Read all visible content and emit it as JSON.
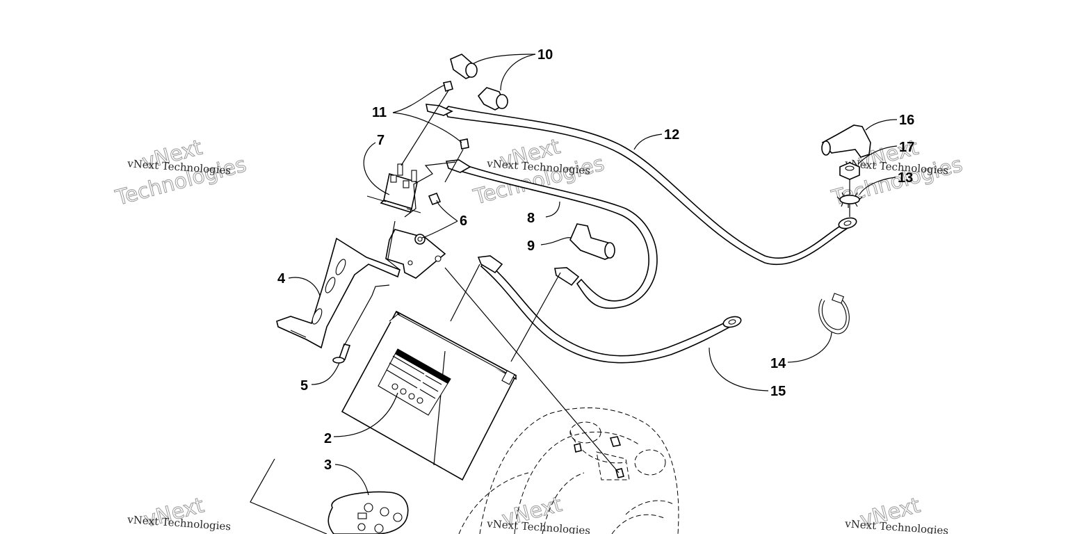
{
  "callouts": {
    "c2": "2",
    "c3": "3",
    "c4": "4",
    "c5": "5",
    "c6": "6",
    "c7": "7",
    "c8": "8",
    "c9": "9",
    "c10": "10",
    "c11": "11",
    "c12": "12",
    "c14": "14",
    "c15": "15",
    "c16": "16",
    "c17": "17",
    "c13": "13"
  },
  "watermark": {
    "line": "vNext Technologies",
    "word1": "vNext",
    "word2": "Technologies"
  }
}
